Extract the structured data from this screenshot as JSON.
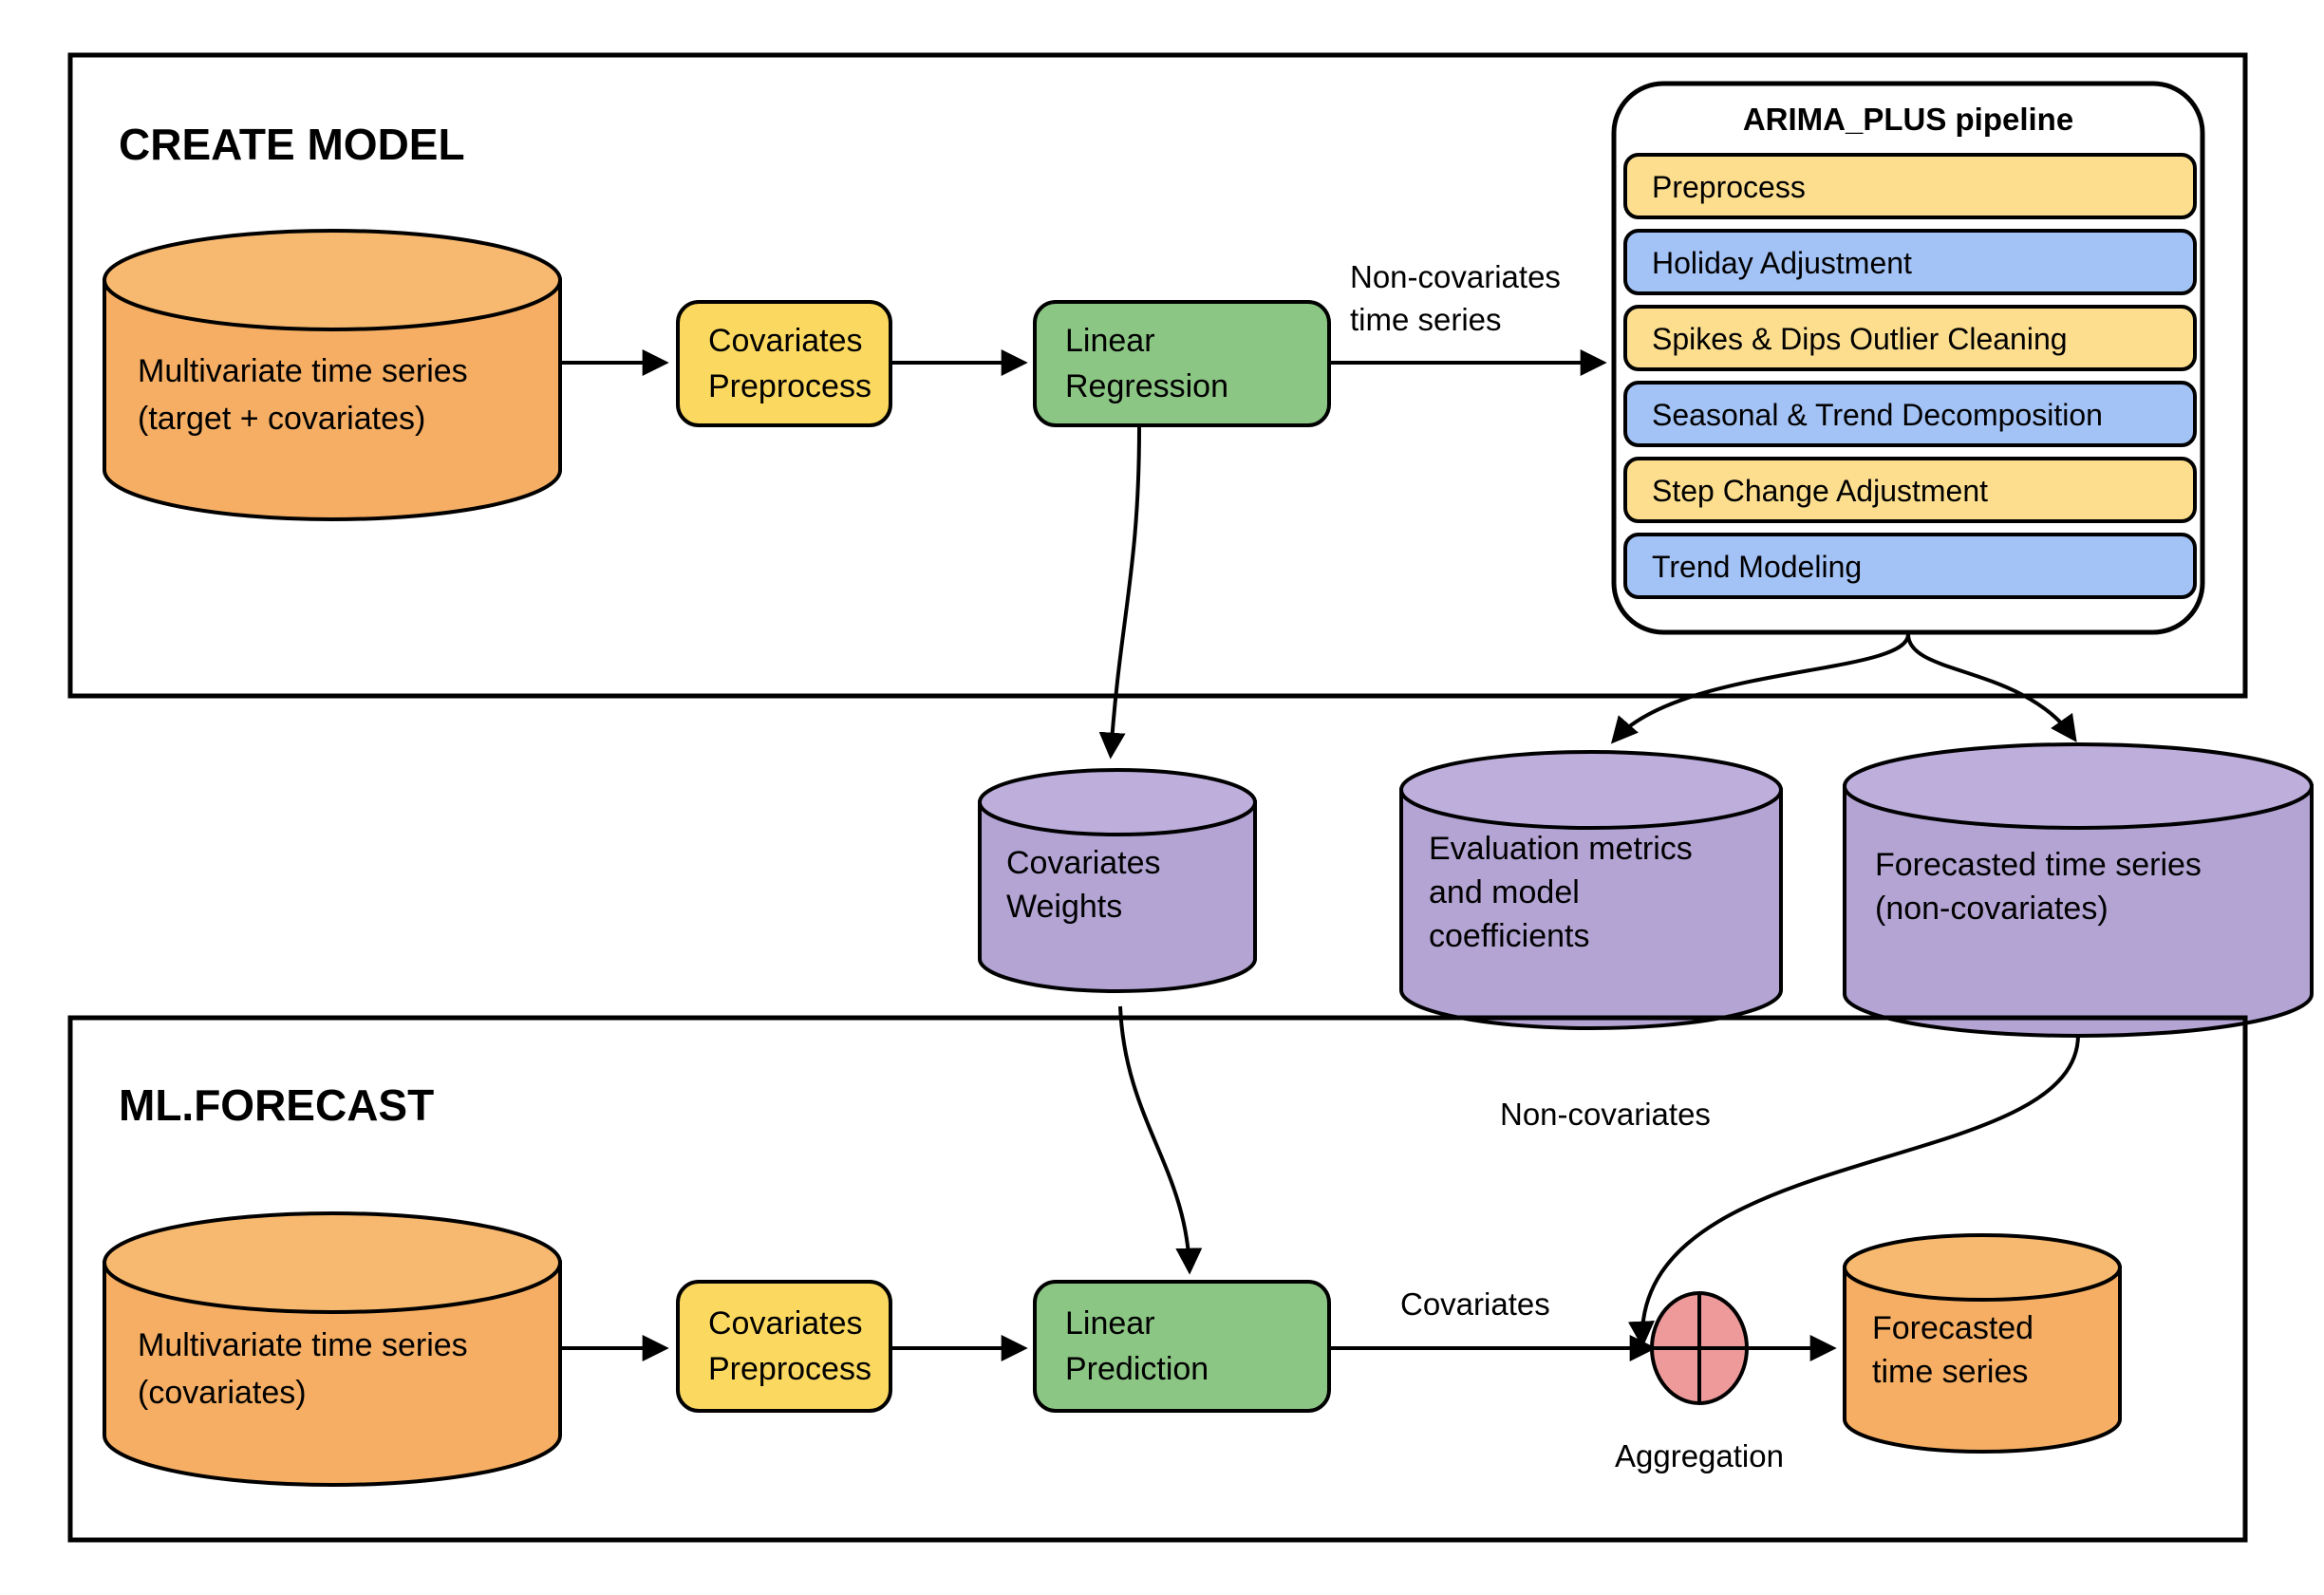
{
  "colors": {
    "orange": "#F5AE63",
    "orange_top": "#F7B96F",
    "yellow": "#FCDE8E",
    "yellow_node": "#FBD85F",
    "blue": "#A3C2F5",
    "purple": "#B3A4D4",
    "purple_top": "#BDAEDC",
    "green": "#8CC684",
    "red": "#EE9A9A",
    "stroke": "#000000",
    "background": "#FFFFFF"
  },
  "sections": [
    {
      "id": "create-model",
      "title": "CREATE MODEL"
    },
    {
      "id": "ml-forecast",
      "title": "ML.FORECAST"
    }
  ],
  "create_model": {
    "source_cylinder": {
      "line1": "Multivariate time series",
      "line2": "(target + covariates)"
    },
    "preprocess_node": {
      "line1": "Covariates",
      "line2": "Preprocess"
    },
    "regression_node": {
      "line1": "Linear",
      "line2": "Regression"
    },
    "edge_to_pipeline": {
      "line1": "Non-covariates",
      "line2": "time series"
    }
  },
  "pipeline": {
    "title": "ARIMA_PLUS pipeline",
    "steps": [
      {
        "label": "Preprocess",
        "color": "#FCDE8E"
      },
      {
        "label": "Holiday Adjustment",
        "color": "#A3C2F5"
      },
      {
        "label": "Spikes & Dips Outlier Cleaning",
        "color": "#FCDE8E"
      },
      {
        "label": "Seasonal & Trend Decomposition",
        "color": "#A3C2F5"
      },
      {
        "label": "Step Change Adjustment",
        "color": "#FCDE8E"
      },
      {
        "label": "Trend Modeling",
        "color": "#A3C2F5"
      }
    ]
  },
  "artifacts": [
    {
      "id": "covariates-weights",
      "line1": "Covariates",
      "line2": "Weights",
      "line3": ""
    },
    {
      "id": "evaluation-metrics",
      "line1": "Evaluation metrics",
      "line2": "and model",
      "line3": "coefficients"
    },
    {
      "id": "forecasted-non-covariates",
      "line1": "Forecasted time series",
      "line2": "(non-covariates)",
      "line3": ""
    }
  ],
  "ml_forecast": {
    "source_cylinder": {
      "line1": "Multivariate time series",
      "line2": "(covariates)"
    },
    "preprocess_node": {
      "line1": "Covariates",
      "line2": "Preprocess"
    },
    "prediction_node": {
      "line1": "Linear",
      "line2": "Prediction"
    },
    "edge_covariates": "Covariates",
    "edge_non_covariates": "Non-covariates",
    "aggregation_label": "Aggregation",
    "output_cylinder": {
      "line1": "Forecasted",
      "line2": "time series"
    }
  }
}
